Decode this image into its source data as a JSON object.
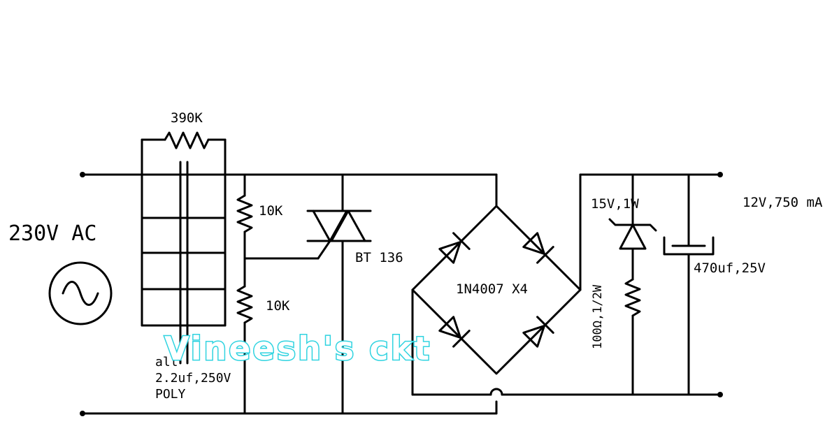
{
  "labels": {
    "source": "230V AC",
    "r_parallel": "390K",
    "r_top": "10K",
    "r_bottom": "10K",
    "triac": "BT 136",
    "bridge": "1N4007  X4",
    "cap_note_1": "all",
    "cap_note_2": "2.2uf,250V",
    "cap_note_3": "POLY",
    "zener": "15V,1W",
    "r_series": "100Ω,1/2W",
    "cap_out": "470uf,25V",
    "output": "12V,750 mA"
  },
  "watermark": {
    "text": "Vineesh's ckt",
    "color": "#2fd3e0"
  }
}
